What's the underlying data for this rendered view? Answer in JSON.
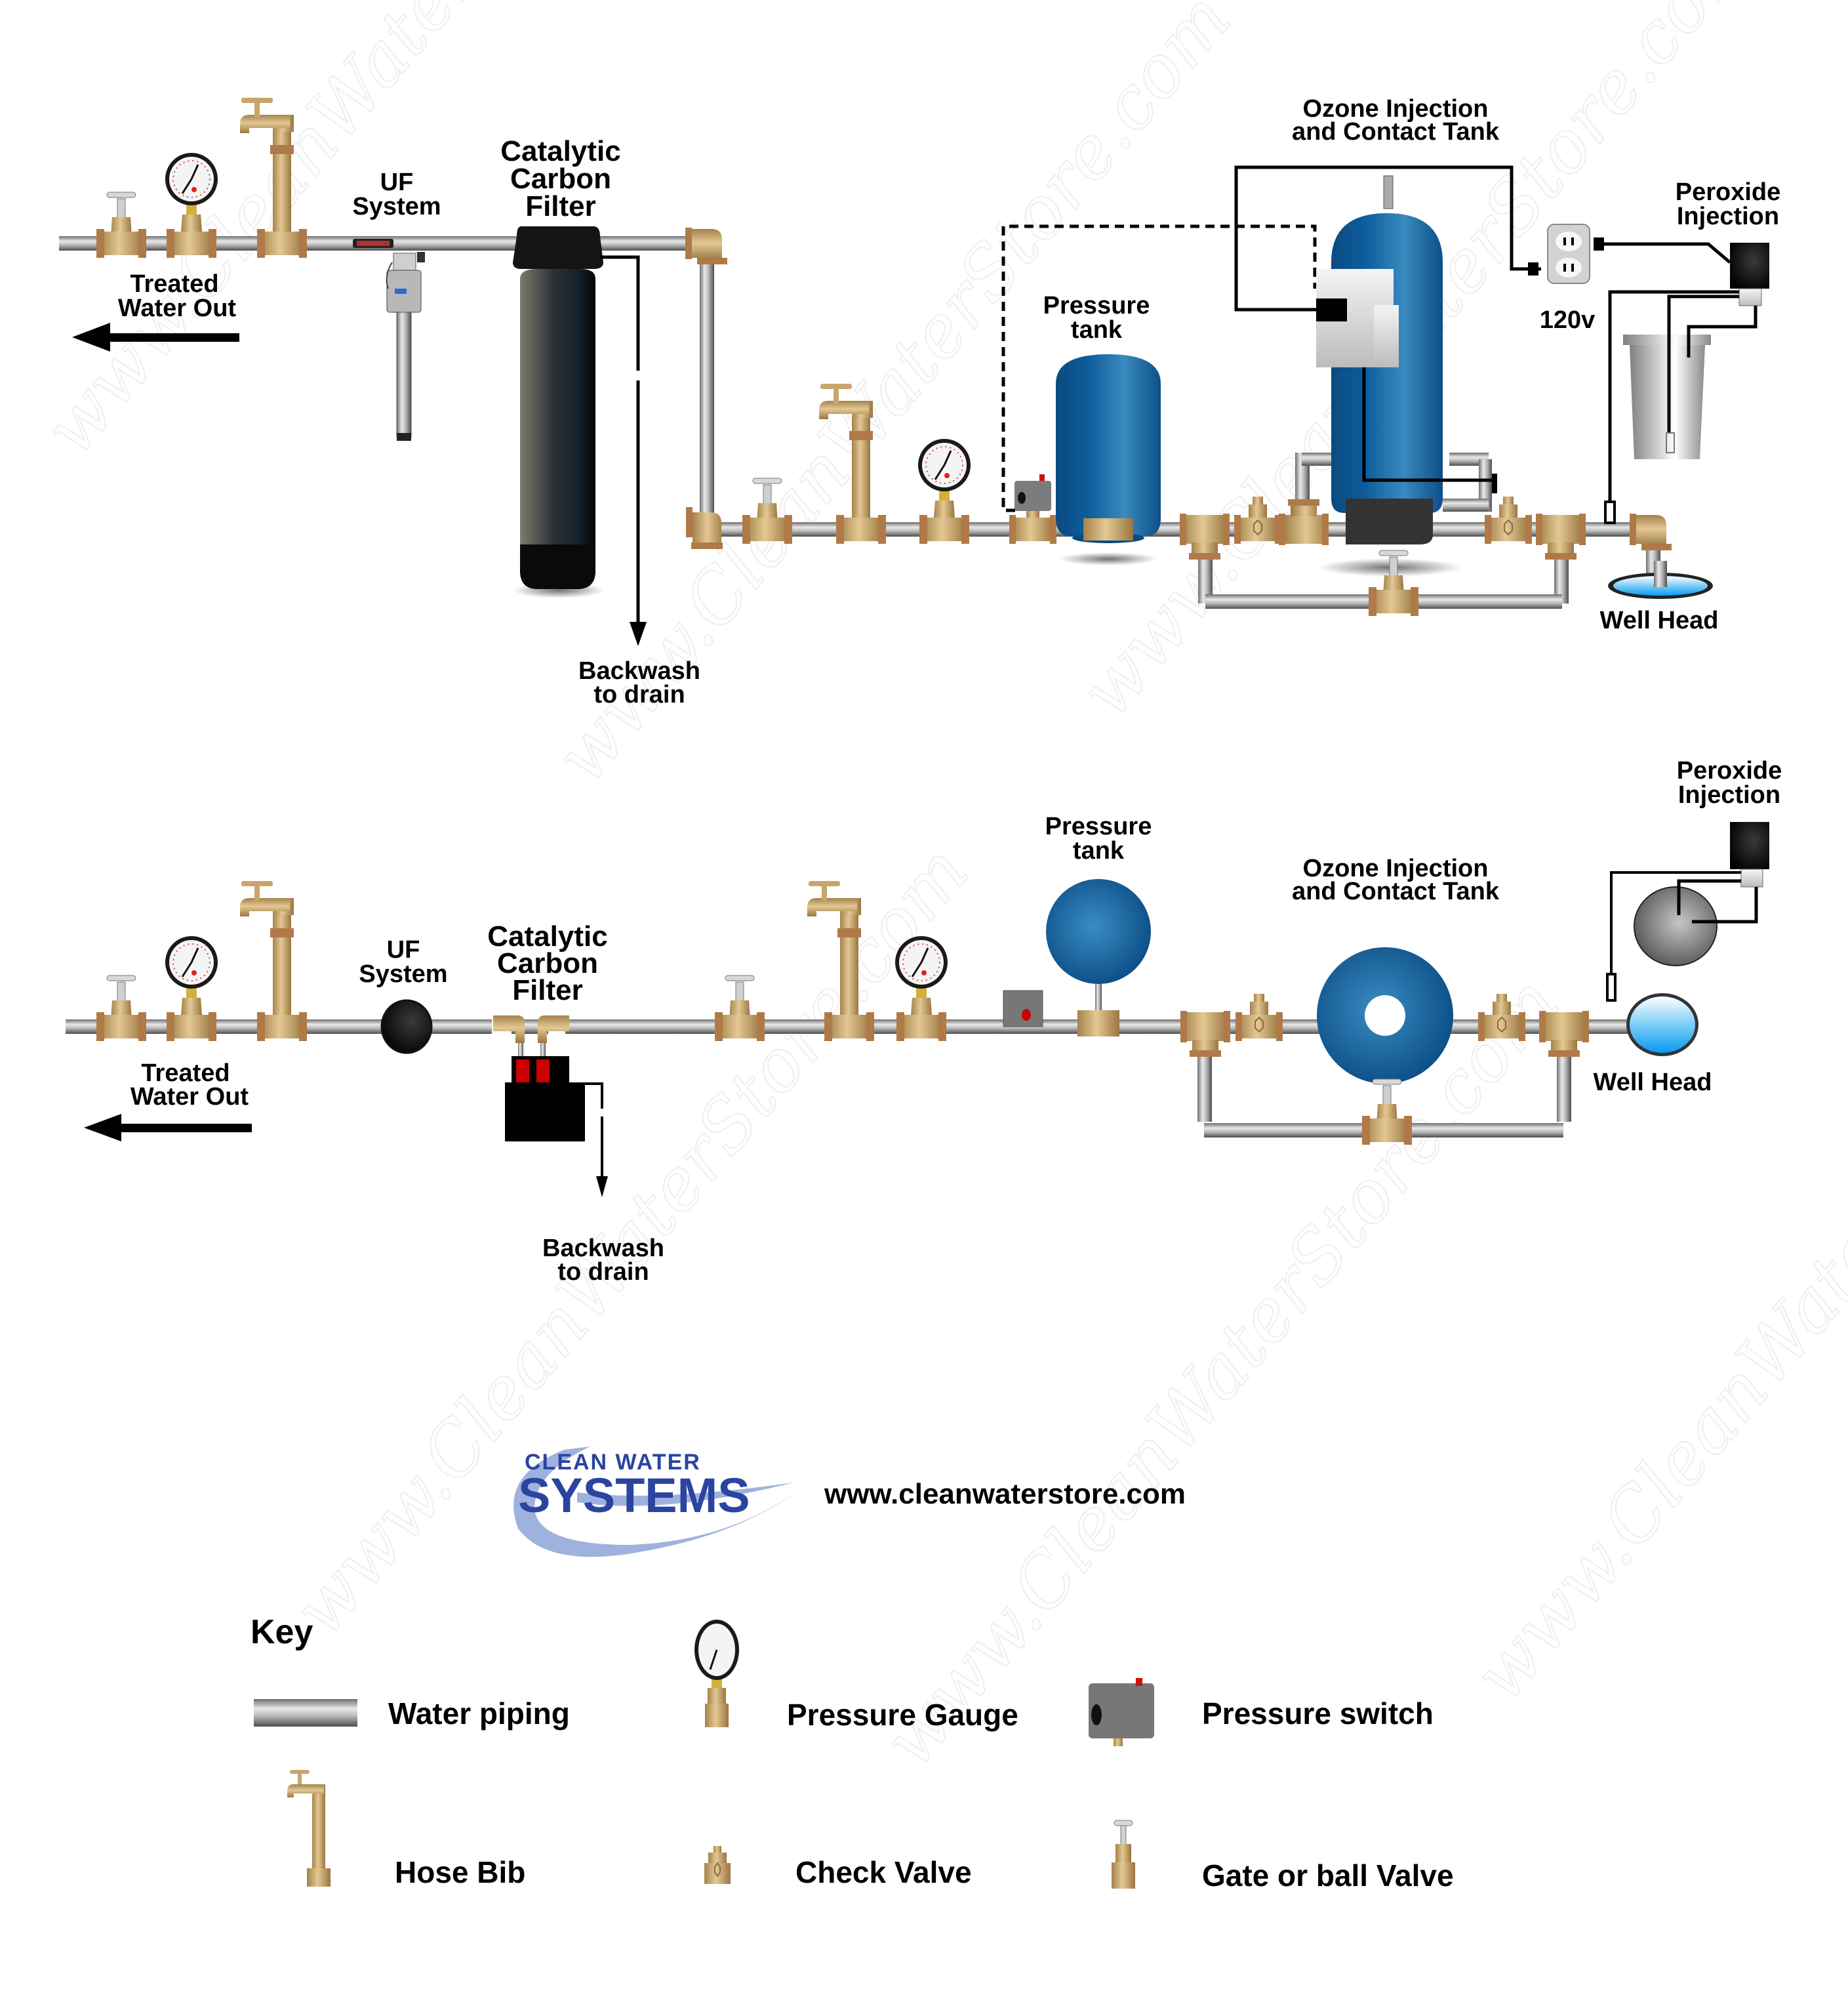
{
  "colors": {
    "pipe": "#9a9a9a",
    "brass": "#c9a56b",
    "tank_blue": "#1f5f95",
    "filter_black": "#141414",
    "brand_blue": "#2b44a0",
    "water_blue": "#3fb0f0",
    "switch_gray": "#7a7a7a",
    "switch_red": "#cc1111"
  },
  "top_diagram": {
    "treated_water_out": [
      "Treated",
      "Water Out"
    ],
    "uf_system": [
      "UF",
      "System"
    ],
    "carbon_filter": [
      "Catalytic",
      "Carbon",
      "Filter"
    ],
    "backwash": [
      "Backwash",
      "to drain"
    ],
    "pressure_tank": [
      "Pressure",
      "tank"
    ],
    "ozone_tank": [
      "Ozone Injection",
      "and Contact Tank"
    ],
    "outlet_voltage": "120v",
    "peroxide": [
      "Peroxide",
      "Injection"
    ],
    "well_head": "Well Head"
  },
  "bottom_diagram": {
    "treated_water_out": [
      "Treated",
      "Water Out"
    ],
    "uf_system": [
      "UF",
      "System"
    ],
    "carbon_filter": [
      "Catalytic",
      "Carbon",
      "Filter"
    ],
    "backwash": [
      "Backwash",
      "to drain"
    ],
    "pressure_tank": [
      "Pressure",
      "tank"
    ],
    "ozone_tank": [
      "Ozone Injection",
      "and Contact Tank"
    ],
    "peroxide": [
      "Peroxide",
      "Injection"
    ],
    "well_head": "Well Head"
  },
  "branding": {
    "logo_line1": "CLEAN WATER",
    "logo_line2": "SYSTEMS",
    "url": "www.cleanwaterstore.com",
    "watermark": "www.CleanWaterStore.com"
  },
  "key": {
    "title": "Key",
    "items": [
      {
        "icon": "water-piping-icon",
        "label": "Water piping"
      },
      {
        "icon": "pressure-gauge-icon",
        "label": "Pressure Gauge"
      },
      {
        "icon": "pressure-switch-icon",
        "label": "Pressure switch"
      },
      {
        "icon": "hose-bib-icon",
        "label": "Hose Bib"
      },
      {
        "icon": "check-valve-icon",
        "label": "Check Valve"
      },
      {
        "icon": "gate-valve-icon",
        "label": "Gate or ball Valve"
      }
    ]
  }
}
